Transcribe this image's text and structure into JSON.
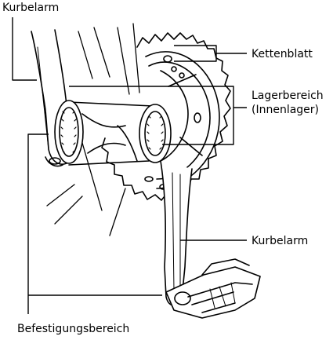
{
  "labels": {
    "kurbelarm_top": "Kurbelarm",
    "kettenblatt": "Kettenblatt",
    "lagerbereich_line1": "Lagerbereich",
    "lagerbereich_line2": "(Innenlager)",
    "kurbelarm_right": "Kurbelarm",
    "befestigungsbereich": "Befestigungsbereich"
  },
  "colors": {
    "ink": "#000000",
    "background": "#ffffff",
    "shade": "#d9d9d9"
  }
}
